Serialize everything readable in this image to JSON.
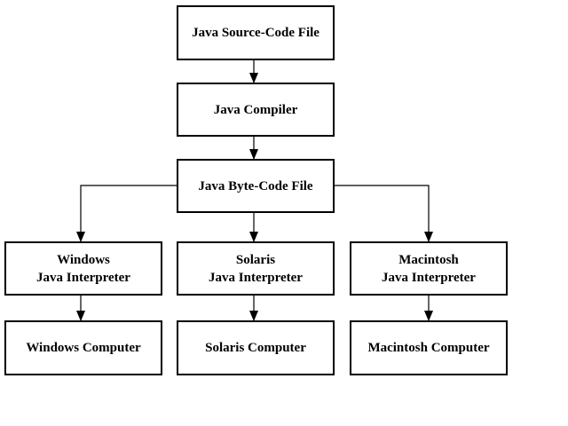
{
  "diagram": {
    "nodes": {
      "source_file": "Java Source-Code File",
      "compiler": "Java Compiler",
      "bytecode_file": "Java Byte-Code File",
      "windows_interpreter": {
        "line1": "Windows",
        "line2": "Java Interpreter"
      },
      "solaris_interpreter": {
        "line1": "Solaris",
        "line2": "Java Interpreter"
      },
      "macintosh_interpreter": {
        "line1": "Macintosh",
        "line2": "Java Interpreter"
      },
      "windows_computer": "Windows Computer",
      "solaris_computer": "Solaris Computer",
      "macintosh_computer": "Macintosh Computer"
    },
    "edges": [
      [
        "source_file",
        "compiler"
      ],
      [
        "compiler",
        "bytecode_file"
      ],
      [
        "bytecode_file",
        "windows_interpreter"
      ],
      [
        "bytecode_file",
        "solaris_interpreter"
      ],
      [
        "bytecode_file",
        "macintosh_interpreter"
      ],
      [
        "windows_interpreter",
        "windows_computer"
      ],
      [
        "solaris_interpreter",
        "solaris_computer"
      ],
      [
        "macintosh_interpreter",
        "macintosh_computer"
      ]
    ]
  }
}
